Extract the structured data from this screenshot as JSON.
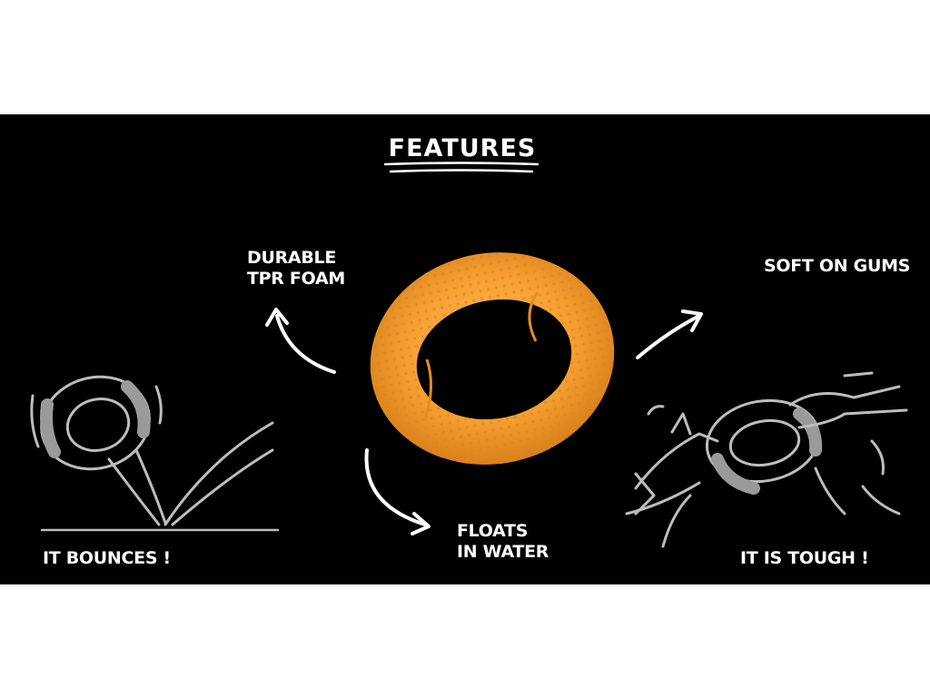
{
  "banner": {
    "title": "FEATURES",
    "features": {
      "durable_line1": "DURABLE",
      "durable_line2": "TPR FOAM",
      "soft": "SOFT ON GUMS",
      "floats_line1": "FLOATS",
      "floats_line2": "IN WATER",
      "bounces": "IT BOUNCES !",
      "tough": "IT IS TOUGH !"
    },
    "colors": {
      "background": "#000000",
      "text": "#ffffff",
      "ring": "#f7a032",
      "sketch": "#bdbdbd"
    }
  }
}
